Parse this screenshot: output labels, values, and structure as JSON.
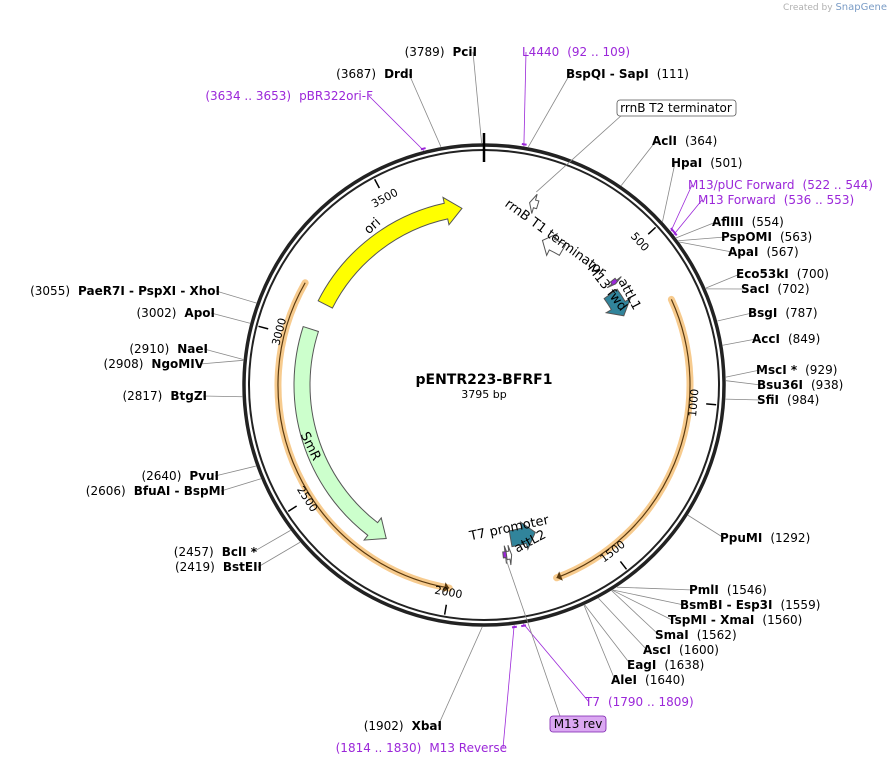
{
  "brand": {
    "prefix": "Created by",
    "name": "SnapGene"
  },
  "plasmid": {
    "name": "pENTR223-BFRF1",
    "size_label": "3795 bp",
    "length_bp": 3795
  },
  "ruler_labels": [
    "500",
    "1000",
    "1500",
    "2000",
    "2500",
    "3000",
    "3500"
  ],
  "features": [
    {
      "name": "ori",
      "type": "rep_origin",
      "start": 3130,
      "end": 3720,
      "direction": "forward",
      "color": "#ffff00"
    },
    {
      "name": "SmR",
      "type": "CDS",
      "start": 2240,
      "end": 3035,
      "direction": "reverse",
      "color": "#ccffcc"
    },
    {
      "name": "rrnB T1 terminator",
      "type": "terminator",
      "start": 232,
      "end": 318,
      "direction": "reverse",
      "color": "#ffffff"
    },
    {
      "name": "rrnB T2 terminator",
      "type": "terminator",
      "start": 148,
      "end": 175,
      "direction": "reverse",
      "color": "#ffffff"
    },
    {
      "name": "M13 fwd",
      "type": "primer_bind",
      "start": 536,
      "end": 553,
      "direction": "forward",
      "color": "#9b27d9"
    },
    {
      "name": "attL1",
      "type": "protein_bind",
      "start": 572,
      "end": 671,
      "direction": "forward",
      "color": "#31849b"
    },
    {
      "name": "attL2",
      "type": "protein_bind",
      "start": 1695,
      "end": 1794,
      "direction": "reverse",
      "color": "#31849b"
    },
    {
      "name": "T7 promoter",
      "type": "promoter",
      "start": 1800,
      "end": 1818,
      "direction": "reverse",
      "color": "#ffffff"
    },
    {
      "name": "M13 rev",
      "type": "primer_bind",
      "start": 1814,
      "end": 1830,
      "direction": "reverse",
      "color": "#9b27d9"
    }
  ],
  "orfs": [
    {
      "start": 690,
      "end": 1680,
      "direction": "forward"
    },
    {
      "start": 2000,
      "end": 3160,
      "direction": "reverse"
    }
  ],
  "enzymes": [
    {
      "name": "PciI",
      "pos": "(3789)",
      "bp": 3789
    },
    {
      "name": "DrdI",
      "pos": "(3687)",
      "bp": 3687
    },
    {
      "name": "BspQI - SapI",
      "pos": "(111)",
      "bp": 111
    },
    {
      "name": "AclI",
      "pos": "(364)",
      "bp": 364
    },
    {
      "name": "HpaI",
      "pos": "(501)",
      "bp": 501
    },
    {
      "name": "AflIII",
      "pos": "(554)",
      "bp": 554
    },
    {
      "name": "PspOMI",
      "pos": "(563)",
      "bp": 563
    },
    {
      "name": "ApaI",
      "pos": "(567)",
      "bp": 567
    },
    {
      "name": "Eco53kI",
      "pos": "(700)",
      "bp": 700
    },
    {
      "name": "SacI",
      "pos": "(702)",
      "bp": 702
    },
    {
      "name": "BsgI",
      "pos": "(787)",
      "bp": 787
    },
    {
      "name": "AccI",
      "pos": "(849)",
      "bp": 849
    },
    {
      "name": "MscI *",
      "pos": "(929)",
      "bp": 929
    },
    {
      "name": "Bsu36I",
      "pos": "(938)",
      "bp": 938
    },
    {
      "name": "SfiI",
      "pos": "(984)",
      "bp": 984
    },
    {
      "name": "PpuMI",
      "pos": "(1292)",
      "bp": 1292
    },
    {
      "name": "PmlI",
      "pos": "(1546)",
      "bp": 1546
    },
    {
      "name": "BsmBI - Esp3I",
      "pos": "(1559)",
      "bp": 1559
    },
    {
      "name": "TspMI - XmaI",
      "pos": "(1560)",
      "bp": 1560
    },
    {
      "name": "SmaI",
      "pos": "(1562)",
      "bp": 1562
    },
    {
      "name": "AscI",
      "pos": "(1600)",
      "bp": 1600
    },
    {
      "name": "EagI",
      "pos": "(1638)",
      "bp": 1638
    },
    {
      "name": "AleI",
      "pos": "(1640)",
      "bp": 1640
    },
    {
      "name": "XbaI",
      "pos": "(1902)",
      "bp": 1902
    },
    {
      "name": "BstEII",
      "pos": "(2419)",
      "bp": 2419
    },
    {
      "name": "BclI *",
      "pos": "(2457)",
      "bp": 2457
    },
    {
      "name": "BfuAI - BspMI",
      "pos": "(2606)",
      "bp": 2606
    },
    {
      "name": "PvuI",
      "pos": "(2640)",
      "bp": 2640
    },
    {
      "name": "BtgZI",
      "pos": "(2817)",
      "bp": 2817
    },
    {
      "name": "NgoMIV",
      "pos": "(2908)",
      "bp": 2908
    },
    {
      "name": "NaeI",
      "pos": "(2910)",
      "bp": 2910
    },
    {
      "name": "ApoI",
      "pos": "(3002)",
      "bp": 3002
    },
    {
      "name": "PaeR7I - PspXI - XhoI",
      "pos": "(3055)",
      "bp": 3055
    }
  ],
  "primers": [
    {
      "name": "L4440",
      "pos": "(92 .. 109)",
      "bp": 100
    },
    {
      "name": "pBR322ori-F",
      "pos": "(3634 .. 3653)",
      "bp": 3643
    },
    {
      "name": "M13/pUC Forward",
      "pos": "(522 .. 544)",
      "bp": 533
    },
    {
      "name": "M13 Forward",
      "pos": "(536 .. 553)",
      "bp": 544
    },
    {
      "name": "T7",
      "pos": "(1790 .. 1809)",
      "bp": 1799
    },
    {
      "name": "M13 Reverse",
      "pos": "(1814 .. 1830)",
      "bp": 1822
    }
  ],
  "callouts": {
    "rrnB_T2": "rrnB T2 terminator",
    "m13_rev": "M13 rev"
  }
}
